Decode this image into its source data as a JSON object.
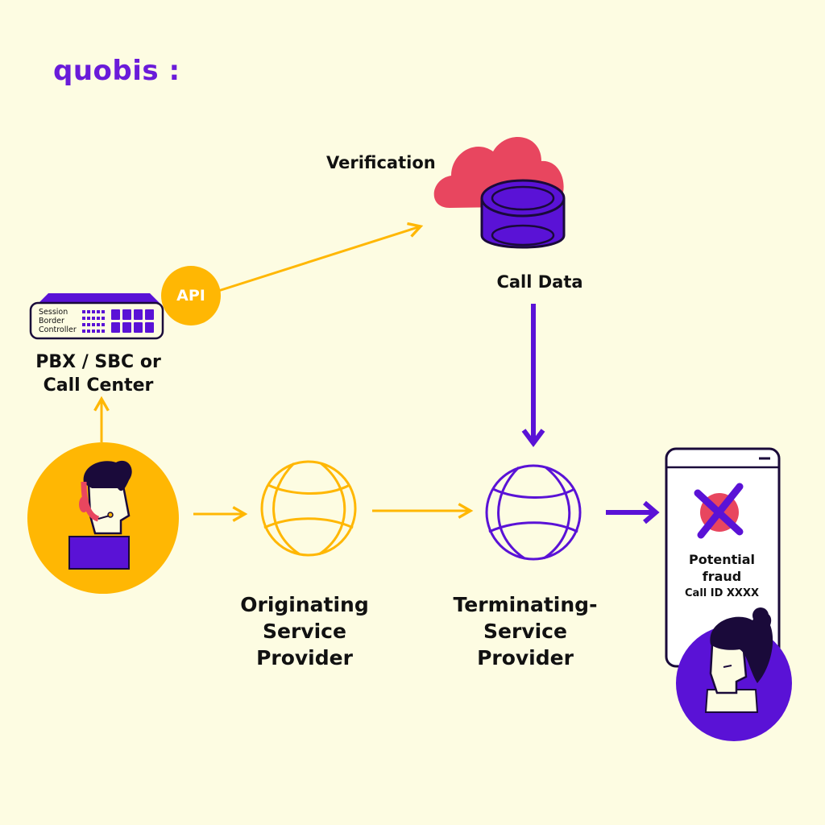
{
  "brand": {
    "logo_text": "quobis :"
  },
  "colors": {
    "background": "#fdfce2",
    "brand_purple": "#5a12d6",
    "amber": "#ffb703",
    "cloud_red": "#e8465f"
  },
  "nodes": {
    "verification": "Verification",
    "call_data": "Call Data",
    "api": "API",
    "sbc_lines": [
      "Session",
      "Border",
      "Controller"
    ],
    "pbx_label_lines": [
      "PBX / SBC or",
      "Call Center"
    ],
    "originating_lines": [
      "Originating",
      "Service",
      "Provider"
    ],
    "terminating_lines": [
      "Terminating-",
      "Service",
      "Provider"
    ]
  },
  "phone": {
    "line1": "Potential",
    "line2": "fraud",
    "line3": "Call ID XXXX"
  },
  "icons": [
    "cloud-icon",
    "database-icon",
    "sbc-device-icon",
    "globe-icon",
    "phone-icon",
    "caller-avatar-icon",
    "recipient-avatar-icon",
    "fraud-x-icon"
  ]
}
